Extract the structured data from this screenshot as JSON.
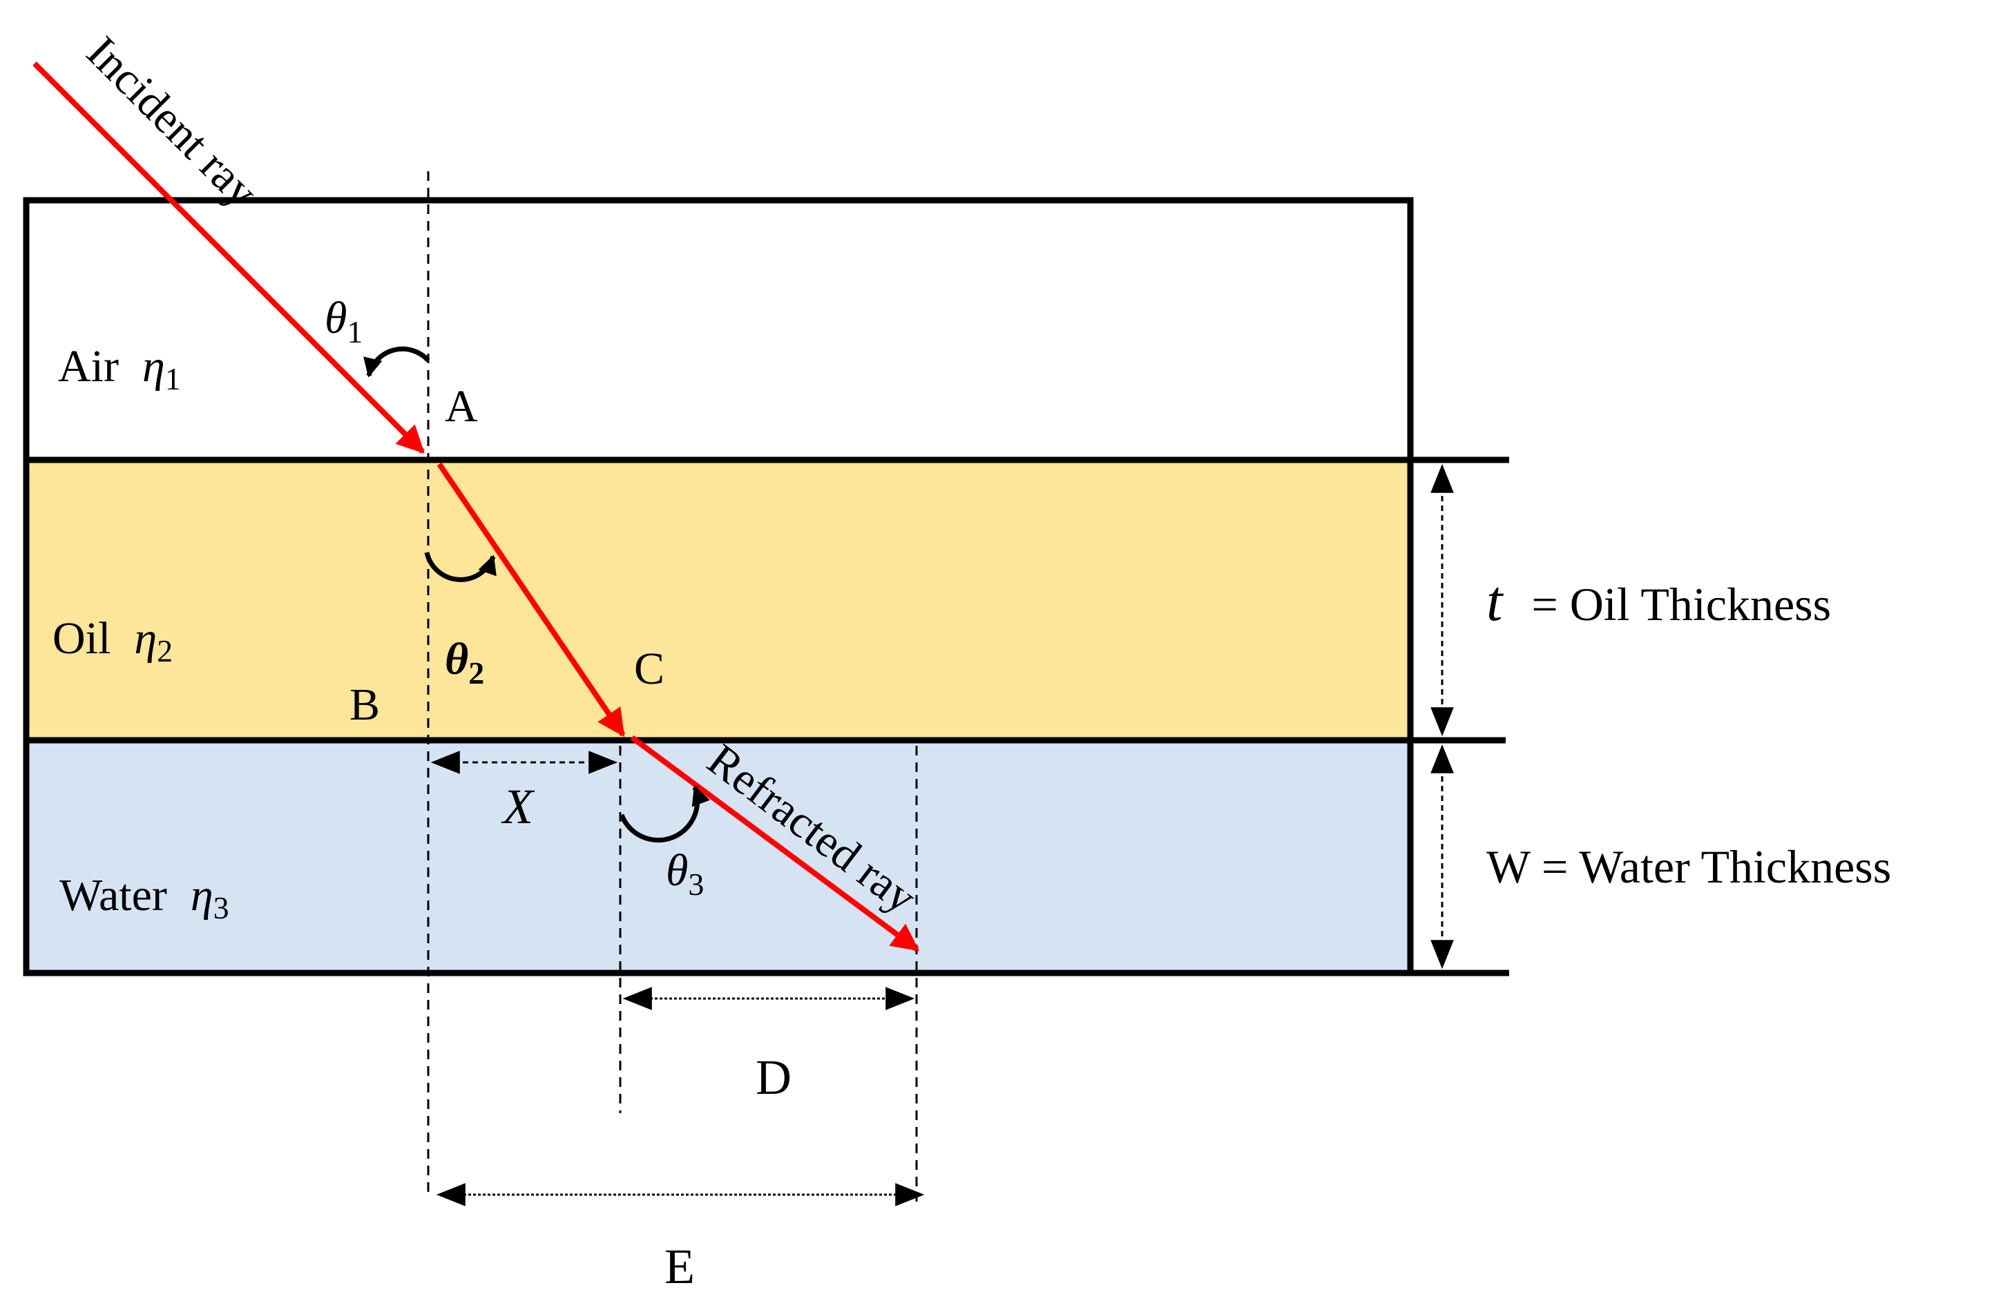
{
  "incident_ray_label": "Incident ray",
  "refracted_ray_label": "Refracted ray",
  "layers": {
    "air": {
      "name": "Air",
      "symbol": "η",
      "subscript": "1",
      "color": "#ffffff"
    },
    "oil": {
      "name": "Oil",
      "symbol": "η",
      "subscript": "2",
      "color": "#fde699"
    },
    "water": {
      "name": "Water",
      "symbol": "η",
      "subscript": "3",
      "color": "#d6e3f3"
    }
  },
  "angles": {
    "theta1": {
      "symbol": "θ",
      "subscript": "1"
    },
    "theta2": {
      "symbol": "θ",
      "subscript": "2"
    },
    "theta3": {
      "symbol": "θ",
      "subscript": "3"
    }
  },
  "points": {
    "a": "A",
    "b": "B",
    "c": "C"
  },
  "dimensions": {
    "x": "X",
    "d": "D",
    "e": "E",
    "oil_thickness": {
      "symbol": "t",
      "text": "= Oil Thickness"
    },
    "water_thickness": {
      "text": "W = Water Thickness"
    }
  },
  "colors": {
    "ray": "#ff0000",
    "outline": "#000000",
    "interface": "#1f3b5c"
  }
}
